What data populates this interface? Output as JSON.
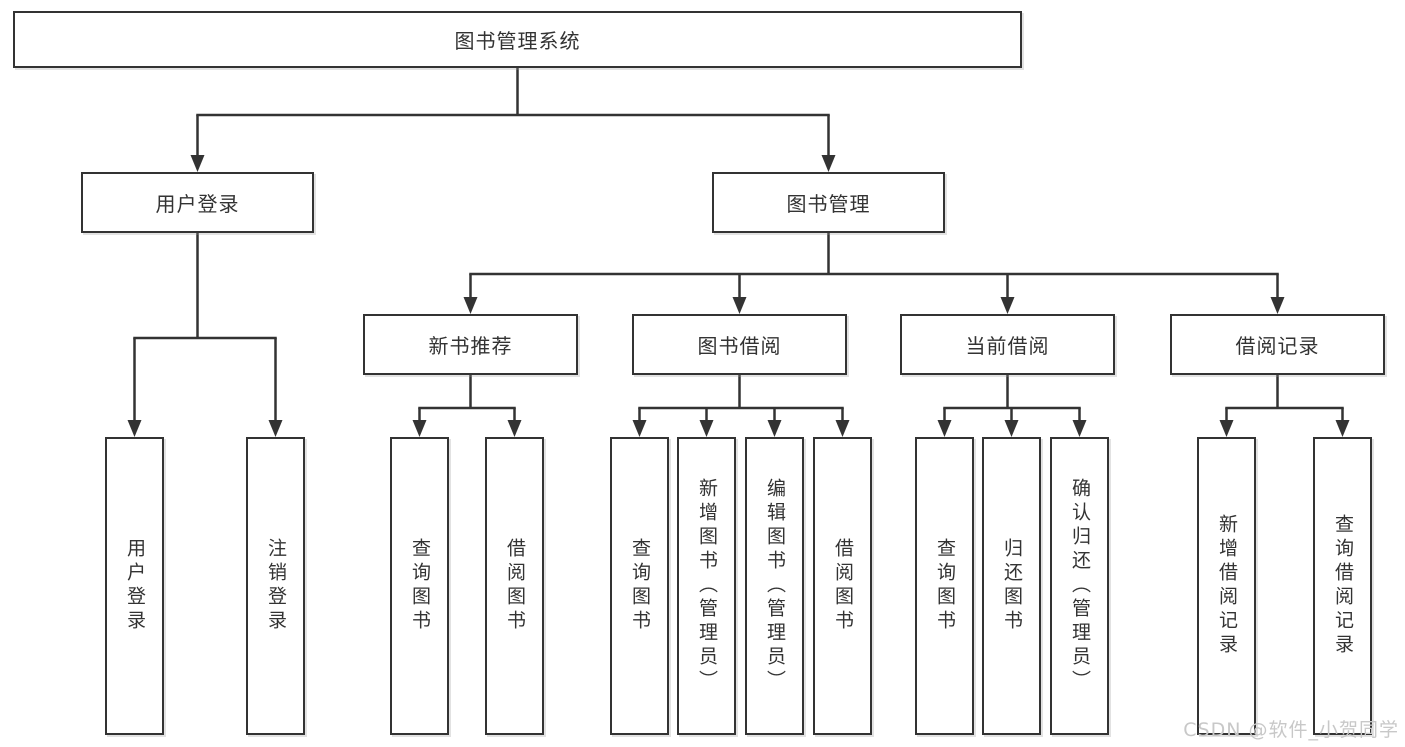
{
  "diagram": {
    "root": {
      "label": "图书管理系统"
    },
    "level2": [
      {
        "id": "user-login",
        "label": "用户登录"
      },
      {
        "id": "book-management",
        "label": "图书管理"
      }
    ],
    "level3": [
      {
        "id": "new-book-recommend",
        "label": "新书推荐",
        "parent": "book-management"
      },
      {
        "id": "book-borrowing",
        "label": "图书借阅",
        "parent": "book-management"
      },
      {
        "id": "current-borrowing",
        "label": "当前借阅",
        "parent": "book-management"
      },
      {
        "id": "borrowing-records",
        "label": "借阅记录",
        "parent": "book-management"
      }
    ],
    "leaves": {
      "user_login": [
        "用户登录",
        "注销登录"
      ],
      "new_book_recommend": [
        "查询图书",
        "借阅图书"
      ],
      "book_borrowing": [
        "查询图书",
        "新增图书（管理员）",
        "编辑图书（管理员）",
        "借阅图书"
      ],
      "current_borrowing": [
        "查询图书",
        "归还图书",
        "确认归还（管理员）"
      ],
      "borrowing_records": [
        "新增借阅记录",
        "查询借阅记录"
      ]
    },
    "watermark": "CSDN @软件_小贺同学",
    "colors": {
      "line": "#333333",
      "text": "#333333",
      "background": "#ffffff",
      "watermark": "#c8c8c8"
    }
  }
}
